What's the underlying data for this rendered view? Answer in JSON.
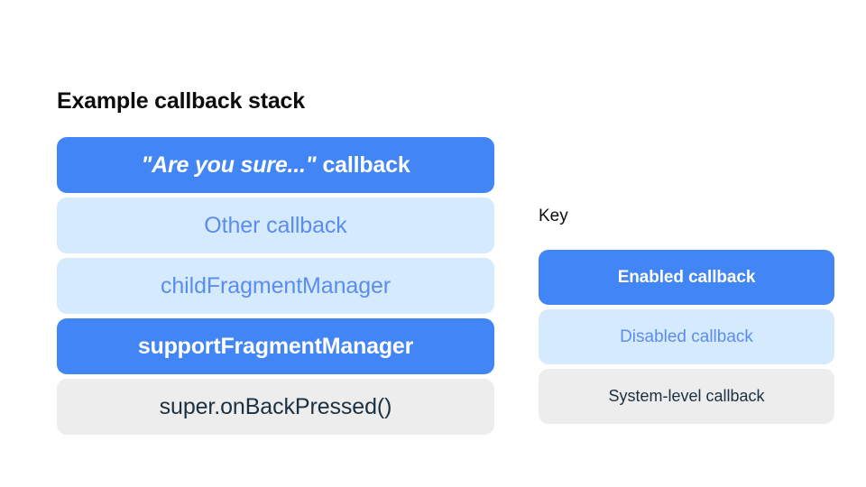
{
  "page": {
    "background_color": "#ffffff"
  },
  "palette": {
    "enabled_fill": "#4285f4",
    "enabled_text": "#ffffff",
    "disabled_fill": "#d6eafe",
    "disabled_text": "#5b8def",
    "system_fill": "#ededed",
    "system_text": "#1b3040",
    "title_text": "#0d0d0d"
  },
  "stack": {
    "title": "Example callback stack",
    "rows": [
      {
        "quoted_label": "\"Are you sure...\"",
        "plain_label": "callback",
        "state": "enabled"
      },
      {
        "label": "Other callback",
        "state": "disabled"
      },
      {
        "label": "childFragmentManager",
        "state": "disabled"
      },
      {
        "label": "supportFragmentManager",
        "state": "enabled"
      },
      {
        "label": "super.onBackPressed()",
        "state": "system"
      }
    ]
  },
  "key": {
    "title": "Key",
    "items": [
      {
        "label": "Enabled callback",
        "state": "enabled"
      },
      {
        "label": "Disabled callback",
        "state": "disabled"
      },
      {
        "label": "System-level callback",
        "state": "system"
      }
    ]
  }
}
